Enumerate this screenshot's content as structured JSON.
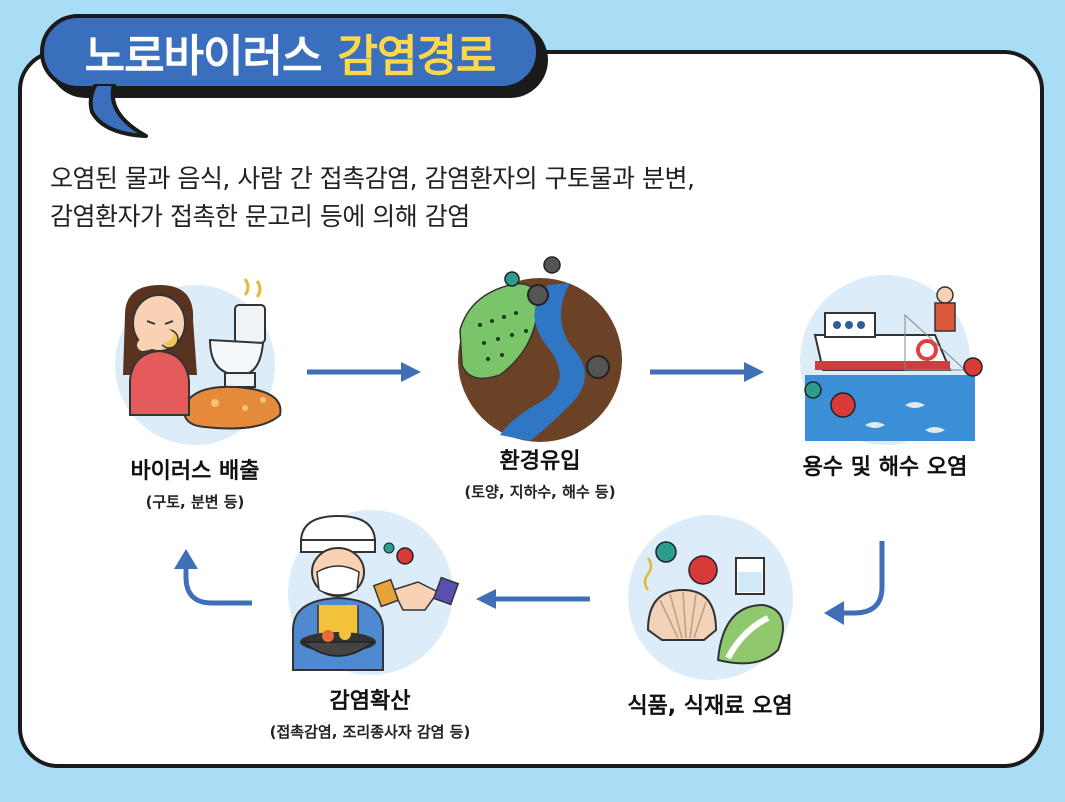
{
  "title": {
    "main": "노로바이러스",
    "accent": "감염경로"
  },
  "description": {
    "line1": "오염된 물과 음식, 사람 간 접촉감염, 감염환자의 구토물과 분변,",
    "line2": "감염환자가 접촉한 문고리 등에 의해 감염"
  },
  "cycle": [
    {
      "label": "바이러스 배출",
      "sub": "(구토, 분변 등)",
      "icon": "sick-person-icon"
    },
    {
      "label": "환경유입",
      "sub": "(토양, 지하수, 해수 등)",
      "icon": "soil-water-icon"
    },
    {
      "label": "용수 및 해수 오염",
      "sub": "",
      "icon": "fishing-boat-icon"
    },
    {
      "label": "식품, 식재료 오염",
      "sub": "",
      "icon": "food-contamination-icon"
    },
    {
      "label": "감염확산",
      "sub": "(접촉감염, 조리종사자 감염 등)",
      "icon": "cook-handshake-icon"
    }
  ],
  "colors": {
    "background": "#a9dcf5",
    "title": "#3a6fbe",
    "accent": "#ffd84a",
    "arrow": "#3f6fb6"
  }
}
